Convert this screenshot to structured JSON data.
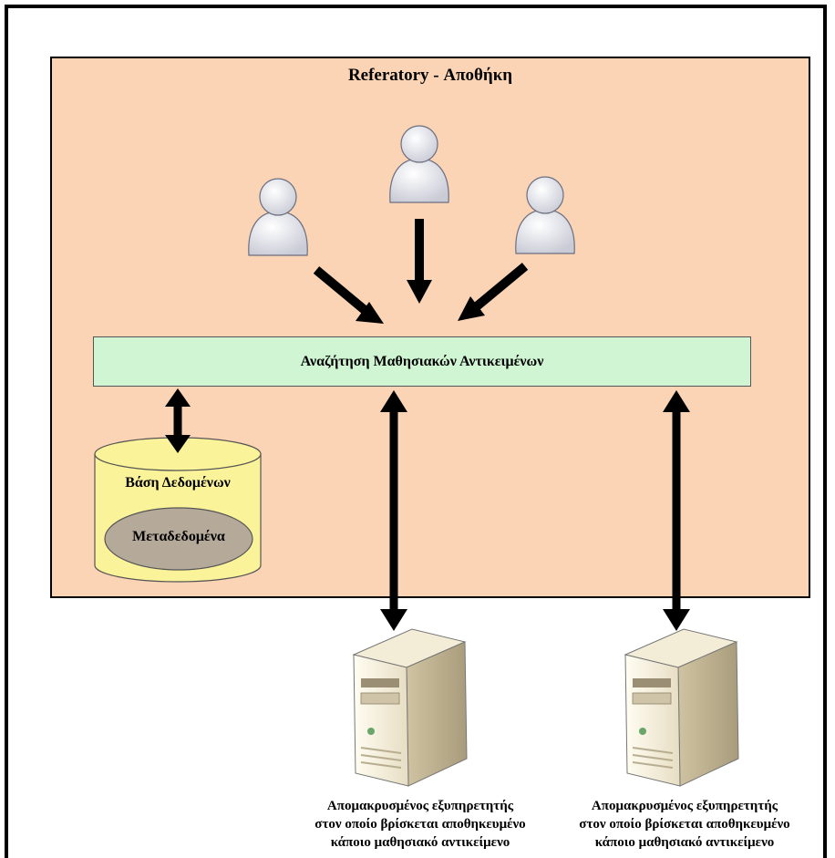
{
  "diagram": {
    "repository_title": "Referatory - Αποθήκη",
    "search_label": "Αναζήτηση Μαθησιακών Αντικειμένων",
    "database": {
      "title": "Βάση Δεδομένων",
      "metadata_label": "Μεταδεδομένα"
    },
    "servers": [
      {
        "caption": [
          "Απομακρυσμένος εξυπηρετητής",
          "στον οποίο βρίσκεται αποθηκευμένο",
          "κάποιο μαθησιακό αντικείμενο"
        ]
      },
      {
        "caption": [
          "Απομακρυσμένος εξυπηρετητής",
          "στον οποίο βρίσκεται αποθηκευμένο",
          "κάποιο μαθησιακό αντικείμενο"
        ]
      }
    ],
    "users": [
      "user-icon",
      "user-icon",
      "user-icon"
    ],
    "colors": {
      "repository_fill": "#fbd3b5",
      "search_fill": "#cff5d3",
      "database_fill": "#fbf39a",
      "metadata_fill": "#b5aa99",
      "arrow": "#000000"
    }
  }
}
